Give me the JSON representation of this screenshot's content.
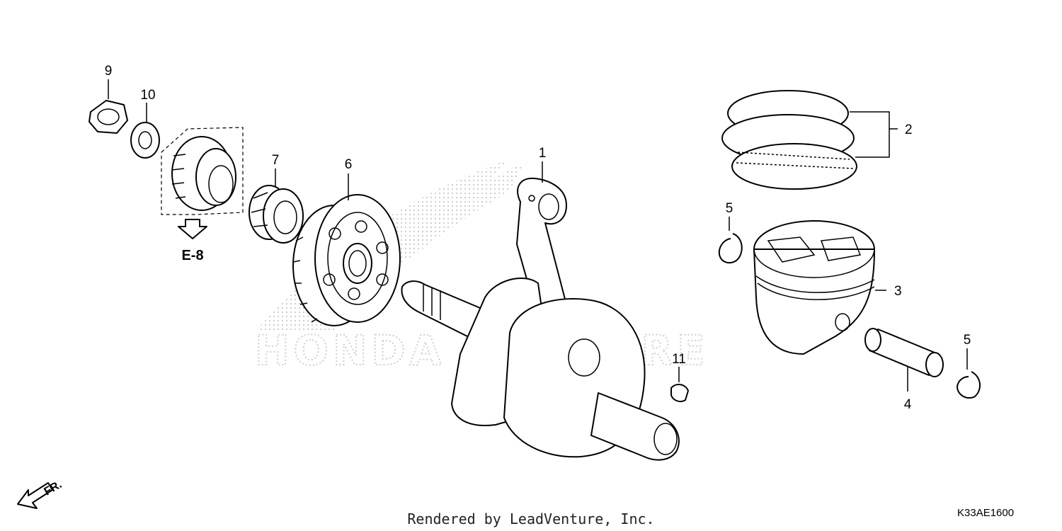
{
  "callouts": {
    "c1": "1",
    "c2": "2",
    "c3": "3",
    "c4": "4",
    "c5a": "5",
    "c5b": "5",
    "c6": "6",
    "c7": "7",
    "c9": "9",
    "c10": "10",
    "c11": "11"
  },
  "reference": "E-8",
  "direction": "FR.",
  "footer": "Rendered by LeadVenture, Inc.",
  "diagram_code": "K33AE1600",
  "watermark": "HONDA VENTURE",
  "colors": {
    "line": "#000000",
    "watermark": "#cfcfcf",
    "background": "#ffffff"
  }
}
